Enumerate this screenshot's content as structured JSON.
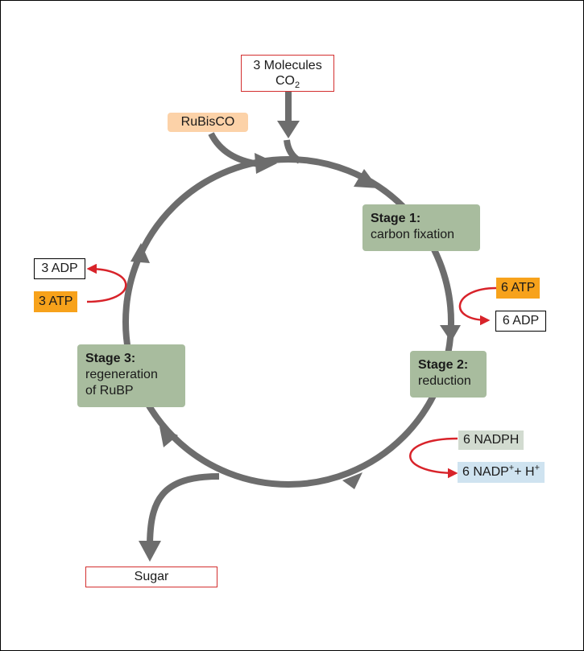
{
  "inputs": {
    "co2": {
      "line1": "3 Molecules",
      "line2_main": "CO",
      "line2_sub": "2"
    },
    "rubisco": "RuBisCO"
  },
  "stages": [
    {
      "title": "Stage 1:",
      "desc_lines": [
        "carbon fixation"
      ]
    },
    {
      "title": "Stage 2:",
      "desc_lines": [
        "reduction"
      ]
    },
    {
      "title": "Stage 3:",
      "desc_lines": [
        "regeneration",
        "of RuBP"
      ]
    }
  ],
  "energy": {
    "stage2_atp": "6 ATP",
    "stage2_adp": "6 ADP",
    "stage2_nadph": "6 NADPH",
    "stage2_nadp": {
      "part1": "6 NADP",
      "sup1": "+",
      "part2": "+ H",
      "sup2": "+"
    },
    "stage3_atp": "3 ATP",
    "stage3_adp": "3 ADP"
  },
  "output": {
    "sugar": "Sugar"
  },
  "colors": {
    "cycle_arrow": "#6d6d6d",
    "energy_arrow": "#d8232a",
    "stage_box": "#a8bc9e",
    "atp_box": "#f7a21b",
    "rubisco_box": "#fcd2a8",
    "nadph_box": "#d2dbd0",
    "nadp_box": "#cfe3f0",
    "input_output_border": "#d32f2f"
  }
}
